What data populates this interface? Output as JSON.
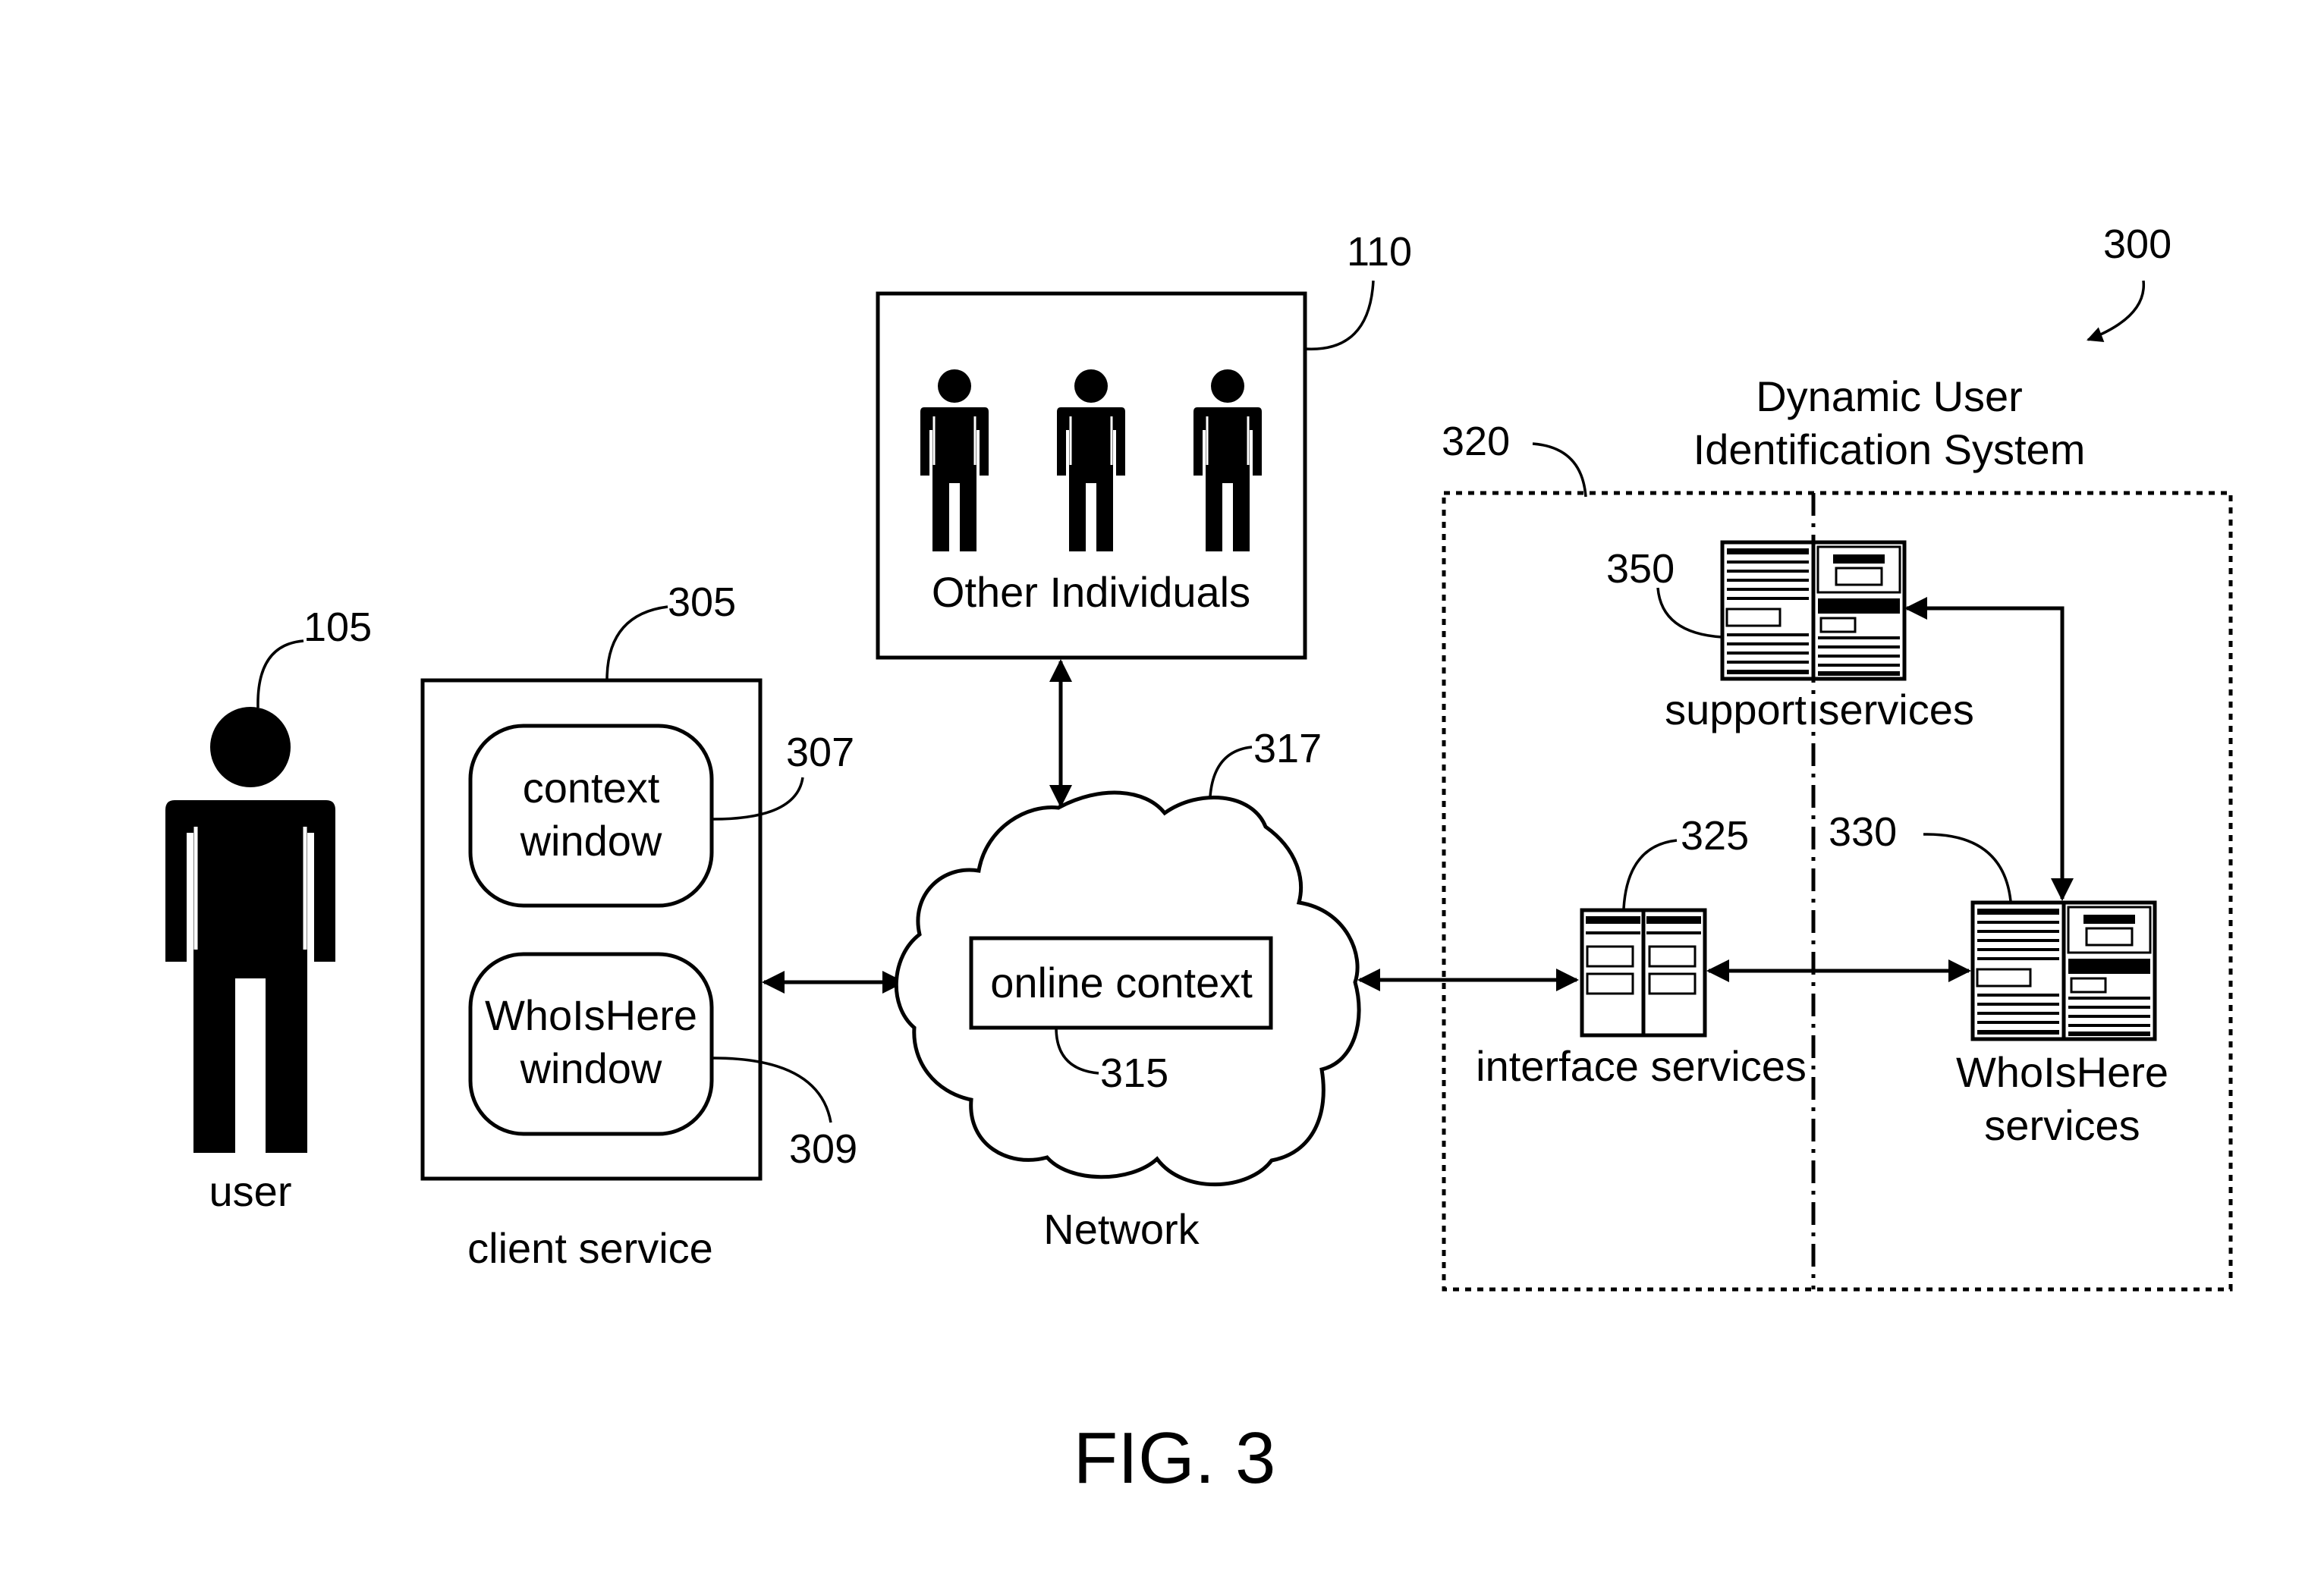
{
  "figure": {
    "caption": "FIG. 3"
  },
  "labels": {
    "user": "user",
    "client_service": "client service",
    "context_window_line1": "context",
    "context_window_line2": "window",
    "whoishere_window_line1": "WhoIsHere",
    "whoishere_window_line2": "window",
    "other_individuals": "Other Individuals",
    "online_context": "online context",
    "network": "Network",
    "system_title_line1": "Dynamic User",
    "system_title_line2": "Identification System",
    "support_services": "support services",
    "interface_services": "interface services",
    "whoishere_services_line1": "WhoIsHere",
    "whoishere_services_line2": "services"
  },
  "refs": {
    "r105": "105",
    "r110": "110",
    "r300": "300",
    "r305": "305",
    "r307": "307",
    "r309": "309",
    "r315": "315",
    "r317": "317",
    "r320": "320",
    "r325": "325",
    "r330": "330",
    "r350": "350"
  }
}
